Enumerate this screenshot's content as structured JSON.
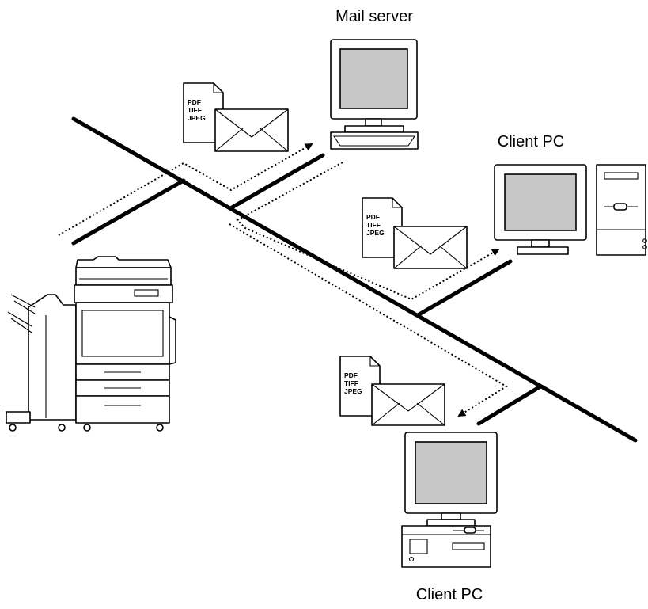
{
  "nodes": {
    "mail_server": {
      "label": "Mail server"
    },
    "client_pc_1": {
      "label": "Client PC"
    },
    "client_pc_2": {
      "label": "Client PC"
    }
  },
  "attachments": [
    {
      "formats": [
        "PDF",
        "TIFF",
        "JPEG"
      ]
    },
    {
      "formats": [
        "PDF",
        "TIFF",
        "JPEG"
      ]
    },
    {
      "formats": [
        "PDF",
        "TIFF",
        "JPEG"
      ]
    }
  ]
}
